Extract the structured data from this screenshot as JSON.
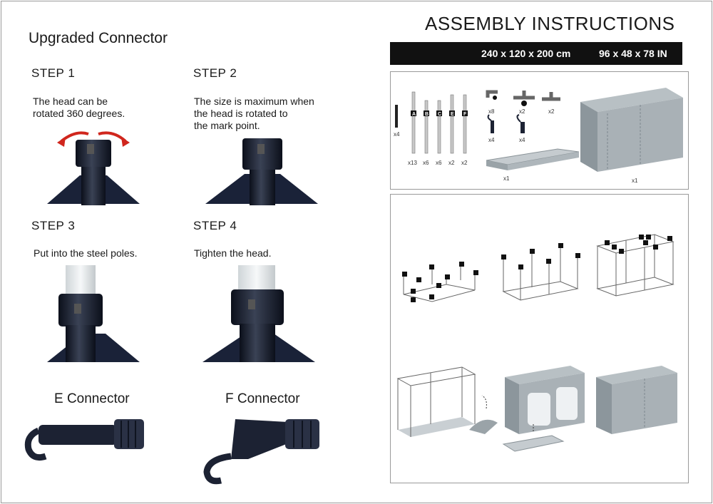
{
  "left": {
    "title": "Upgraded Connector",
    "steps": [
      {
        "label": "STEP 1",
        "desc1": "The head can be",
        "desc2": "rotated 360 degrees.",
        "desc3": ""
      },
      {
        "label": "STEP 2",
        "desc1": "The size is maximum when",
        "desc2": "the head is rotated to",
        "desc3": "the mark point."
      },
      {
        "label": "STEP 3",
        "desc1": "Put into the steel poles.",
        "desc2": "",
        "desc3": ""
      },
      {
        "label": "STEP 4",
        "desc1": "Tighten the head.",
        "desc2": "",
        "desc3": ""
      }
    ],
    "connectors": [
      {
        "label": "E Connector"
      },
      {
        "label": "F Connector"
      }
    ]
  },
  "right": {
    "title": "ASSEMBLY INSTRUCTIONS",
    "size_cm": "240 x 120 x 200 cm",
    "size_in": "96 x 48 x 78 IN",
    "parts": {
      "strap_qty": "x4",
      "poles": [
        {
          "letter": "A",
          "qty": "x13"
        },
        {
          "letter": "B",
          "qty": "x6"
        },
        {
          "letter": "C",
          "qty": "x6"
        },
        {
          "letter": "E",
          "qty": "x2"
        },
        {
          "letter": "F",
          "qty": "x2"
        }
      ],
      "connector_qty": [
        "x8",
        "x2",
        "x2"
      ],
      "hook_qty": [
        "x4",
        "x4"
      ],
      "tray_qty": "x1",
      "tent_qty": "x1"
    },
    "colors": {
      "tent": "#a9b1b6",
      "tent_dark": "#8c969c",
      "pole": "#cfcfcf",
      "connector": "#1c2233"
    }
  }
}
